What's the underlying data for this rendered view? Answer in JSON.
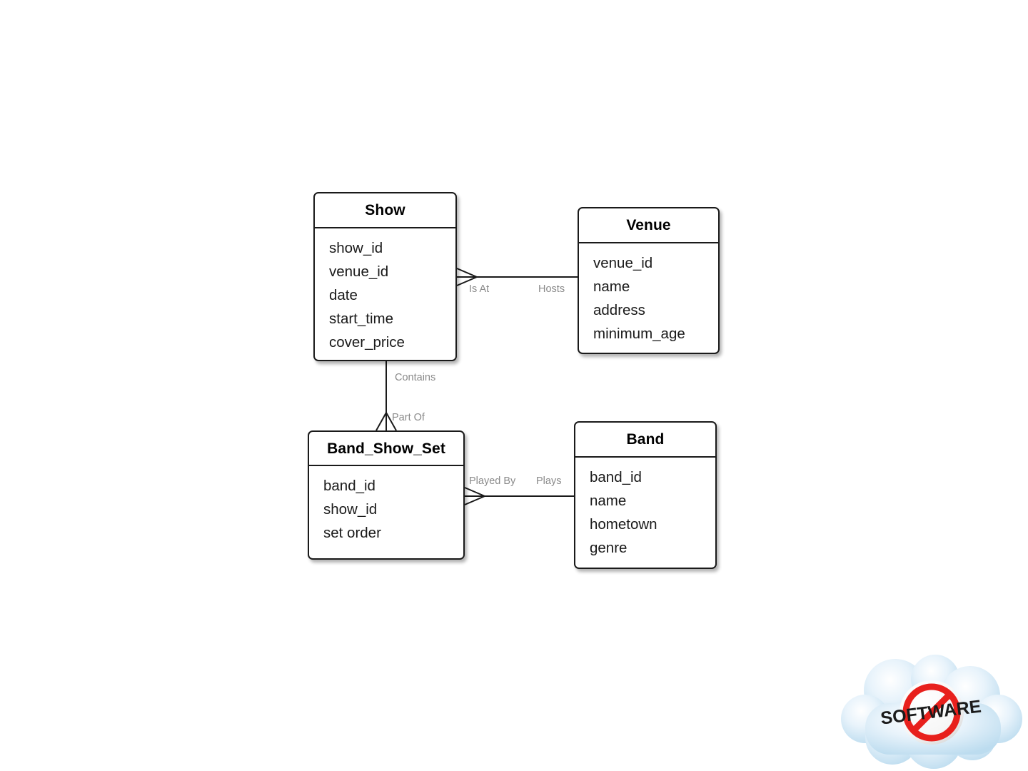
{
  "diagram": {
    "type": "entity-relationship-diagram",
    "background_color": "#ffffff",
    "entity_border_color": "#1a1a1a",
    "label_color": "#8a8a8a",
    "entities": [
      {
        "id": "show",
        "title": "Show",
        "attributes": [
          "show_id",
          "venue_id",
          "date",
          "start_time",
          "cover_price"
        ]
      },
      {
        "id": "venue",
        "title": "Venue",
        "attributes": [
          "venue_id",
          "name",
          "address",
          "minimum_age"
        ]
      },
      {
        "id": "band_show_set",
        "title": "Band_Show_Set",
        "attributes": [
          "band_id",
          "show_id",
          "set order"
        ]
      },
      {
        "id": "band",
        "title": "Band",
        "attributes": [
          "band_id",
          "name",
          "hometown",
          "genre"
        ]
      }
    ],
    "relationships": [
      {
        "id": "show-venue",
        "from": "show",
        "to": "venue",
        "from_label": "Is At",
        "to_label": "Hosts",
        "from_cardinality": "many",
        "to_cardinality": "one"
      },
      {
        "id": "show-band_show_set",
        "from": "show",
        "to": "band_show_set",
        "from_label": "Contains",
        "to_label": "Part Of",
        "from_cardinality": "one",
        "to_cardinality": "many"
      },
      {
        "id": "band_show_set-band",
        "from": "band_show_set",
        "to": "band",
        "from_label": "Played By",
        "to_label": "Plays",
        "from_cardinality": "many",
        "to_cardinality": "one"
      }
    ]
  },
  "watermark": {
    "name": "no-software-cloud-logo",
    "text": "SOFTWARE"
  }
}
